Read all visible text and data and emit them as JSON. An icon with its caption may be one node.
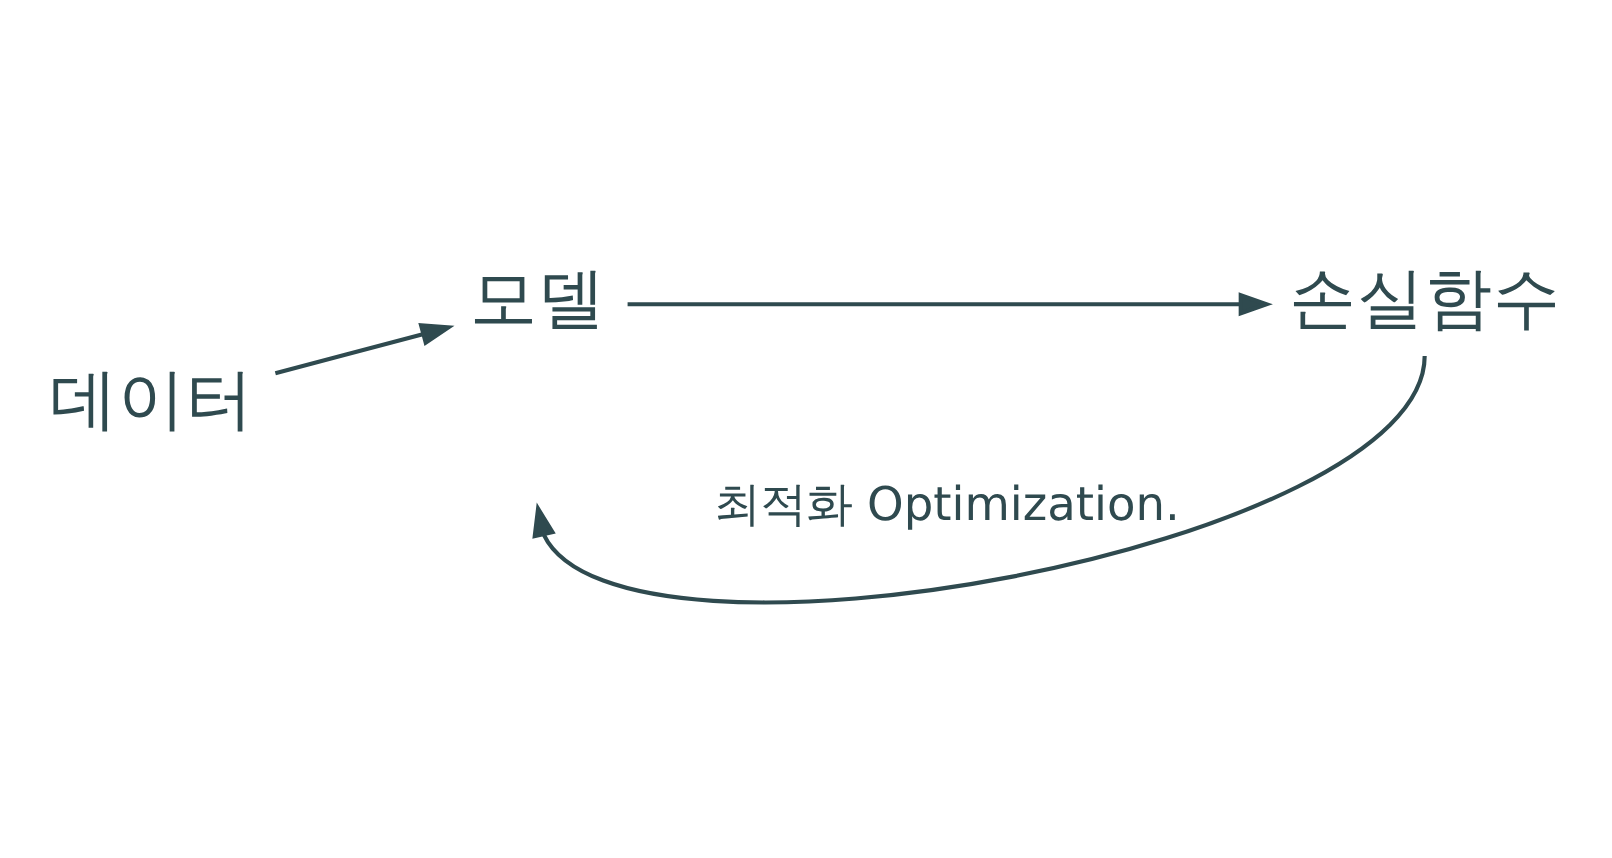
{
  "diagram": {
    "nodes": [
      {
        "text": [
          "데이터"
        ]
      },
      {
        "text": [
          "모델"
        ]
      },
      {
        "text": [
          "손실함수"
        ]
      }
    ],
    "edges": [
      {
        "from": 0,
        "to": 1,
        "arrow": "to"
      },
      {
        "from": 1,
        "to": 2,
        "arrow": "to"
      },
      {
        "from": 2,
        "to": null,
        "arrow": "to",
        "label": "최적화 Optimization."
      }
    ]
  }
}
